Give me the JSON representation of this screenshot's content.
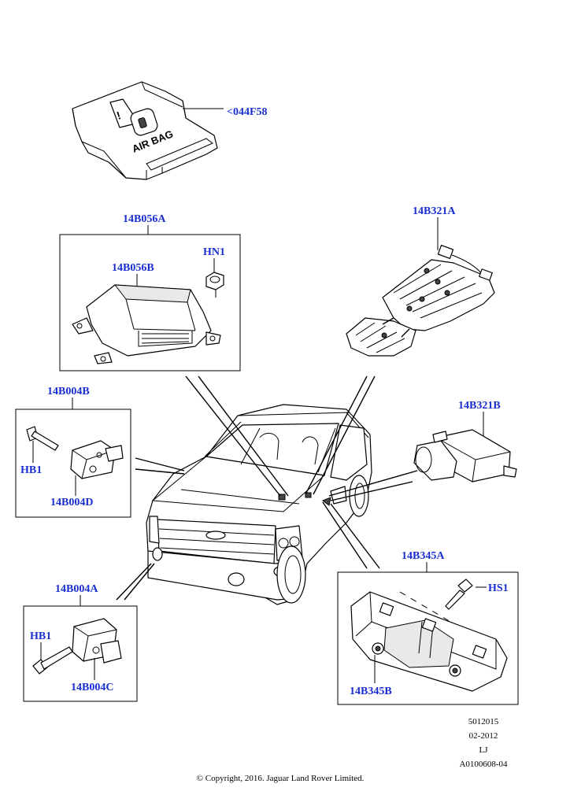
{
  "callouts": {
    "c044F58": "<044F58",
    "c14B056A": "14B056A",
    "c14B056B": "14B056B",
    "cHN1": "HN1",
    "c14B321A": "14B321A",
    "c14B004B": "14B004B",
    "cHB1_top": "HB1",
    "c14B004D": "14B004D",
    "c14B321B": "14B321B",
    "c14B345A": "14B345A",
    "cHS1": "HS1",
    "c14B345B": "14B345B",
    "c14B004A": "14B004A",
    "cHB1_bottom": "HB1",
    "c14B004C": "14B004C"
  },
  "cover_label": "AIR BAG",
  "footer": {
    "code": "5012015",
    "date": "02-2012",
    "initials": "LJ",
    "ref": "A0100608-04",
    "copyright": "© Copyright, 2016. Jaguar Land Rover Limited."
  }
}
